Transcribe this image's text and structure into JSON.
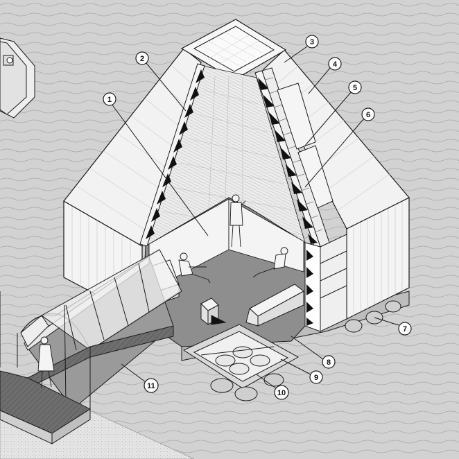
{
  "diagram": {
    "type": "axonometric-cutaway",
    "callouts": [
      {
        "id": "1",
        "label": "1"
      },
      {
        "id": "2",
        "label": "2"
      },
      {
        "id": "3",
        "label": "3"
      },
      {
        "id": "4",
        "label": "4"
      },
      {
        "id": "5",
        "label": "5"
      },
      {
        "id": "6",
        "label": "6"
      },
      {
        "id": "7",
        "label": "7"
      },
      {
        "id": "8",
        "label": "8"
      },
      {
        "id": "9",
        "label": "9"
      },
      {
        "id": "10",
        "label": "10"
      },
      {
        "id": "11",
        "label": "11"
      }
    ]
  },
  "colors": {
    "ground": "#d2d2d2",
    "wall": "#f4f4f4",
    "floor": "#8e8e8e",
    "line": "#1a1a1a",
    "wedge": "#111111",
    "paving": "#e6e6e6"
  }
}
